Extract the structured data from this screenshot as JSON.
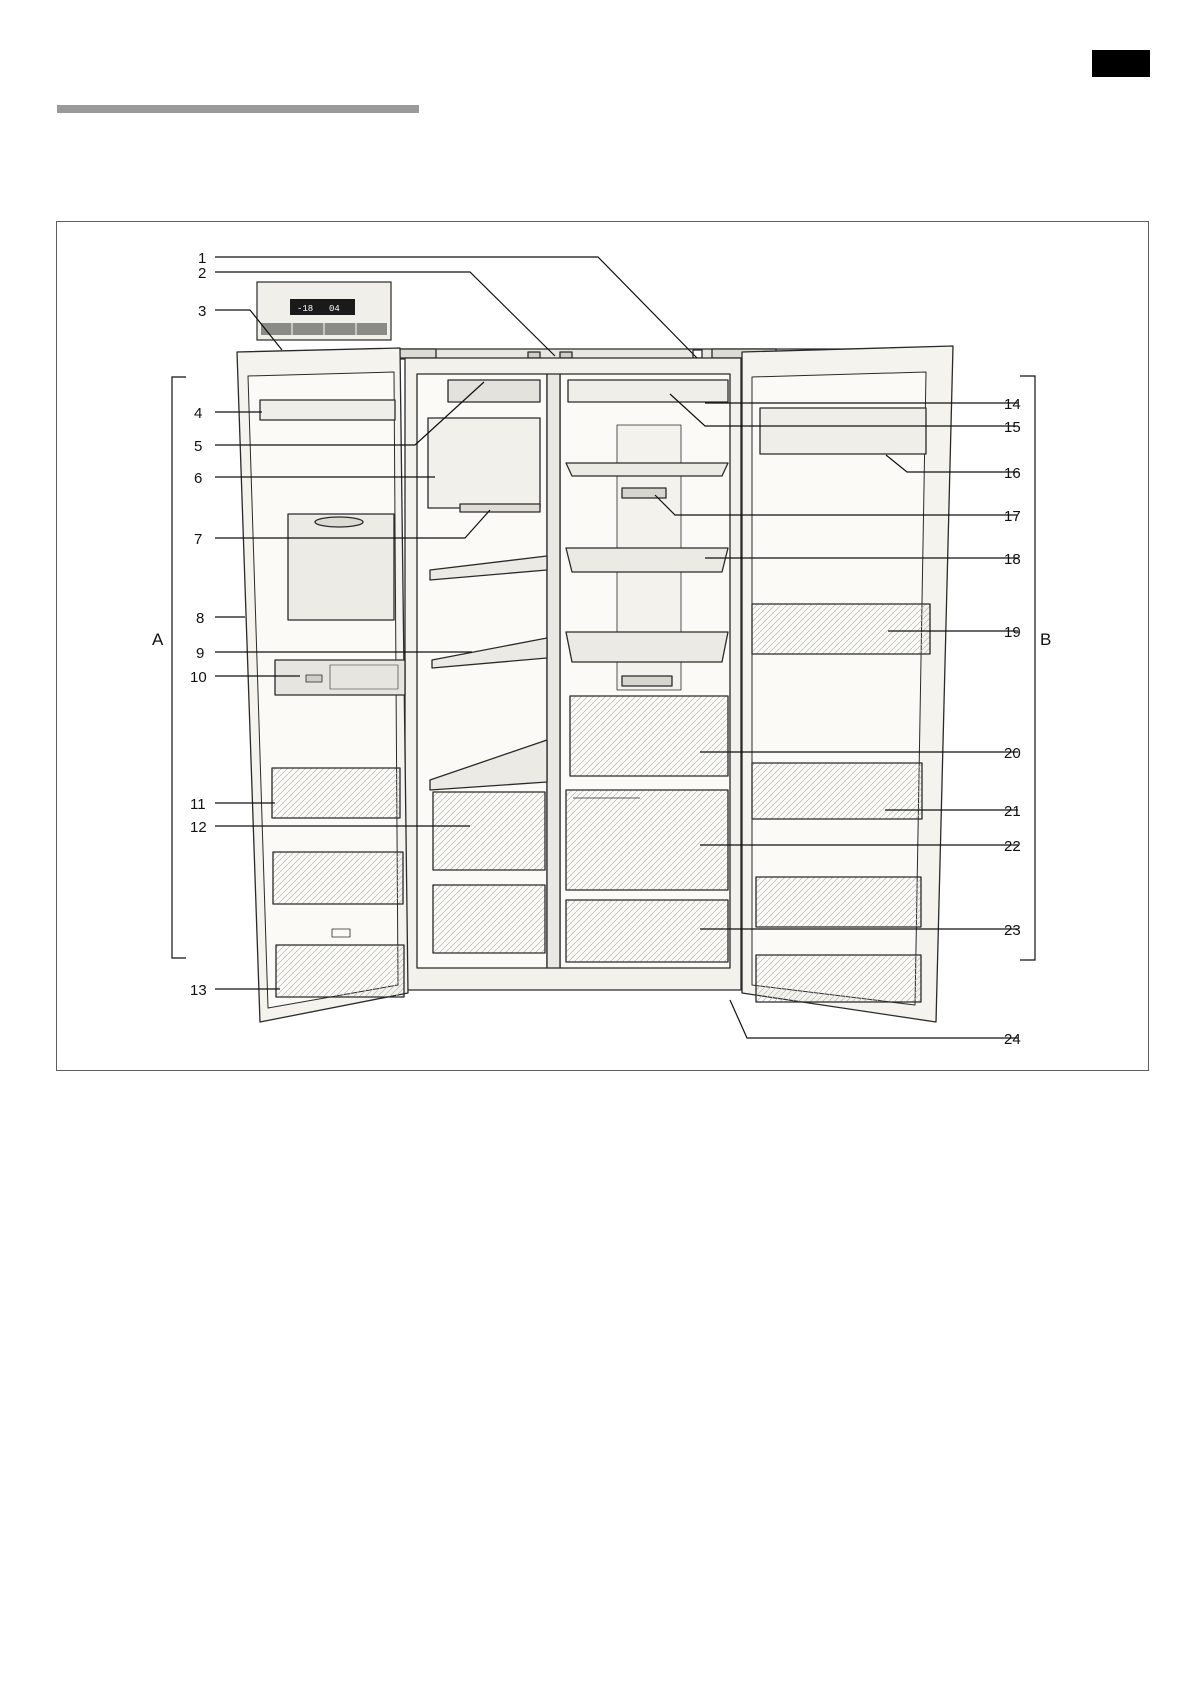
{
  "figure": {
    "zone_left": "A",
    "zone_right": "B",
    "callouts": [
      "1",
      "2",
      "3",
      "4",
      "5",
      "6",
      "7",
      "8",
      "9",
      "10",
      "11",
      "12",
      "13",
      "14",
      "15",
      "16",
      "17",
      "18",
      "19",
      "20",
      "21",
      "22",
      "23",
      "24"
    ]
  },
  "control_panel": {
    "display_left": "-18",
    "display_right": "04"
  },
  "icons": [
    "fridge-freezer-icon"
  ],
  "colors": {
    "cabinet": "#f2f1ec",
    "interior": "#fbfaf6",
    "outline": "#2a2a2a",
    "display": "#1a1a1a",
    "rule": "#9a9a9a"
  }
}
